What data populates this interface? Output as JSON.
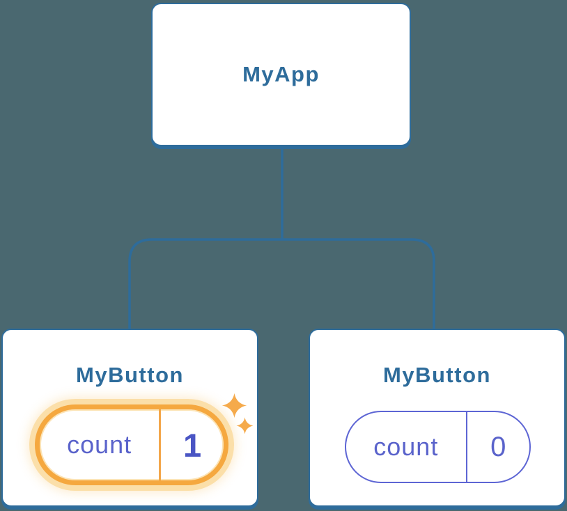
{
  "colors": {
    "background": "#4A6870",
    "node_border": "#2E6C9B",
    "node_text": "#2E6C9B",
    "connector": "#2E6C9B",
    "state_text": "#5A63CB",
    "state_value_bold": "#4A55C4",
    "pill_border_idle": "#5D65D4",
    "highlight_orange": "#F5A83F",
    "highlight_glow": "#FBDFA9",
    "divider_orange": "#F3A64A",
    "sparkle": "#F5AA4B"
  },
  "tree": {
    "root": {
      "label": "MyApp"
    },
    "children": [
      {
        "label": "MyButton",
        "state": {
          "key": "count",
          "value": "1"
        },
        "highlighted": true,
        "icon": "sparkle-icon"
      },
      {
        "label": "MyButton",
        "state": {
          "key": "count",
          "value": "0"
        },
        "highlighted": false
      }
    ]
  }
}
